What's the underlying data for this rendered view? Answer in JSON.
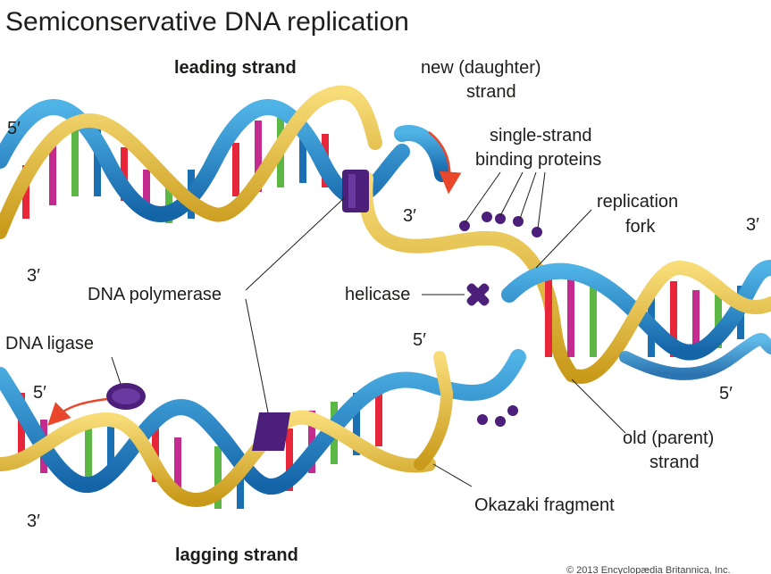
{
  "title": "Semiconservative DNA replication",
  "labels": {
    "leading_strand": "leading strand",
    "lagging_strand": "lagging strand",
    "new_daughter_line1": "new (daughter)",
    "new_daughter_line2": "strand",
    "ssb_line1": "single-strand",
    "ssb_line2": "binding proteins",
    "fork_line1": "replication",
    "fork_line2": "fork",
    "dna_polymerase": "DNA polymerase",
    "helicase": "helicase",
    "dna_ligase": "DNA ligase",
    "old_parent_line1": "old (parent)",
    "old_parent_line2": "strand",
    "okazaki": "Okazaki  fragment",
    "five_prime": "5′",
    "three_prime": "3′"
  },
  "copyright": "© 2013 Encyclopædia Britannica, Inc.",
  "colors": {
    "backbone_blue": "#1f7fc4",
    "backbone_blue_light": "#3aa3dd",
    "backbone_gold": "#f2c94c",
    "backbone_gold_dark": "#c99a1a",
    "base_red": "#e8263a",
    "base_magenta": "#c42b8e",
    "base_green": "#5cb744",
    "base_blue": "#1b6fb3",
    "protein_purple": "#4b1f7a",
    "arrow_red": "#e8472b"
  }
}
